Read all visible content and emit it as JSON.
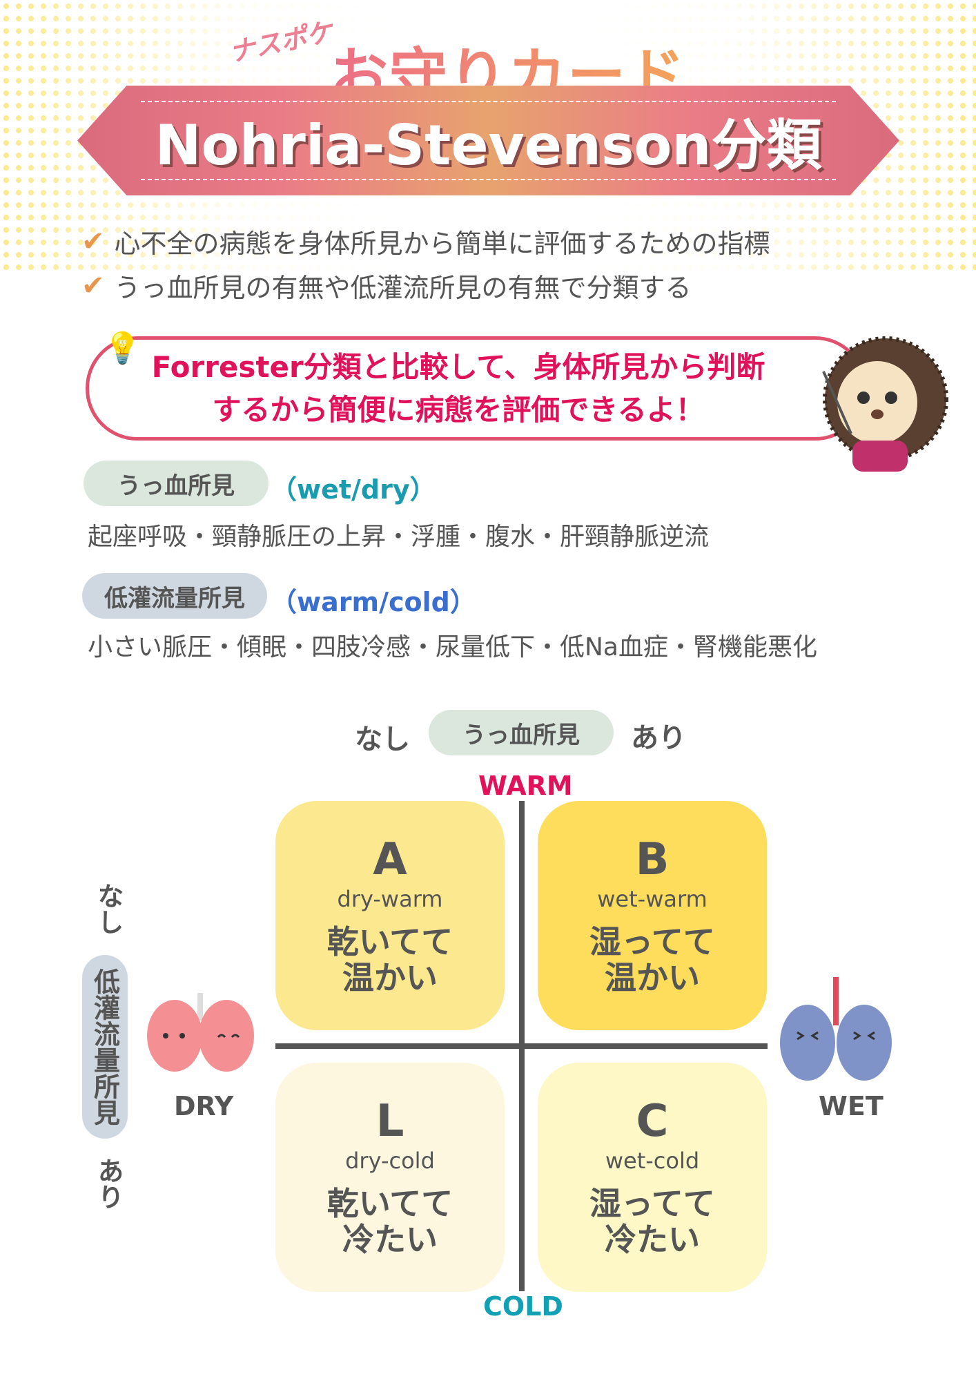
{
  "header": {
    "logo": "ナスポケ",
    "title": "お守りカード",
    "banner_title": "Nohria-Stevenson分類"
  },
  "bullets": [
    "心不全の病態を身体所見から簡単に評価するための指標",
    "うっ血所見の有無や低灌流所見の有無で分類する"
  ],
  "callout": {
    "line1": "Forrester分類と比較して、身体所見から判断",
    "line2": "するから簡便に病態を評価できるよ！"
  },
  "findings": [
    {
      "label": "うっ血所見",
      "tag": "（wet/dry）",
      "items": "起座呼吸・頸静脈圧の上昇・浮腫・腹水・肝頸静脈逆流",
      "tag_color": "#1a9bb0"
    },
    {
      "label": "低灌流量所見",
      "tag": "（warm/cold）",
      "items": "小さい脈圧・傾眠・四肢冷感・尿量低下・低Na血症・腎機能悪化",
      "tag_color": "#3a6fd0"
    }
  ],
  "diagram": {
    "top_axis": {
      "none": "なし",
      "label": "うっ血所見",
      "present": "あり"
    },
    "left_axis": {
      "none": "なし",
      "label": "低灌流量所見",
      "present": "あり"
    },
    "warm": "WARM",
    "cold": "COLD",
    "dry": "DRY",
    "wet": "WET",
    "cells": [
      {
        "letter": "A",
        "en": "dry-warm",
        "jp": "乾いてて\n温かい",
        "color": "#fce88e"
      },
      {
        "letter": "B",
        "en": "wet-warm",
        "jp": "湿ってて\n温かい",
        "color": "#fedd5c"
      },
      {
        "letter": "L",
        "en": "dry-cold",
        "jp": "乾いてて\n冷たい",
        "color": "#fdf7e0"
      },
      {
        "letter": "C",
        "en": "wet-cold",
        "jp": "湿ってて\n冷たい",
        "color": "#fdf8c6"
      }
    ]
  }
}
